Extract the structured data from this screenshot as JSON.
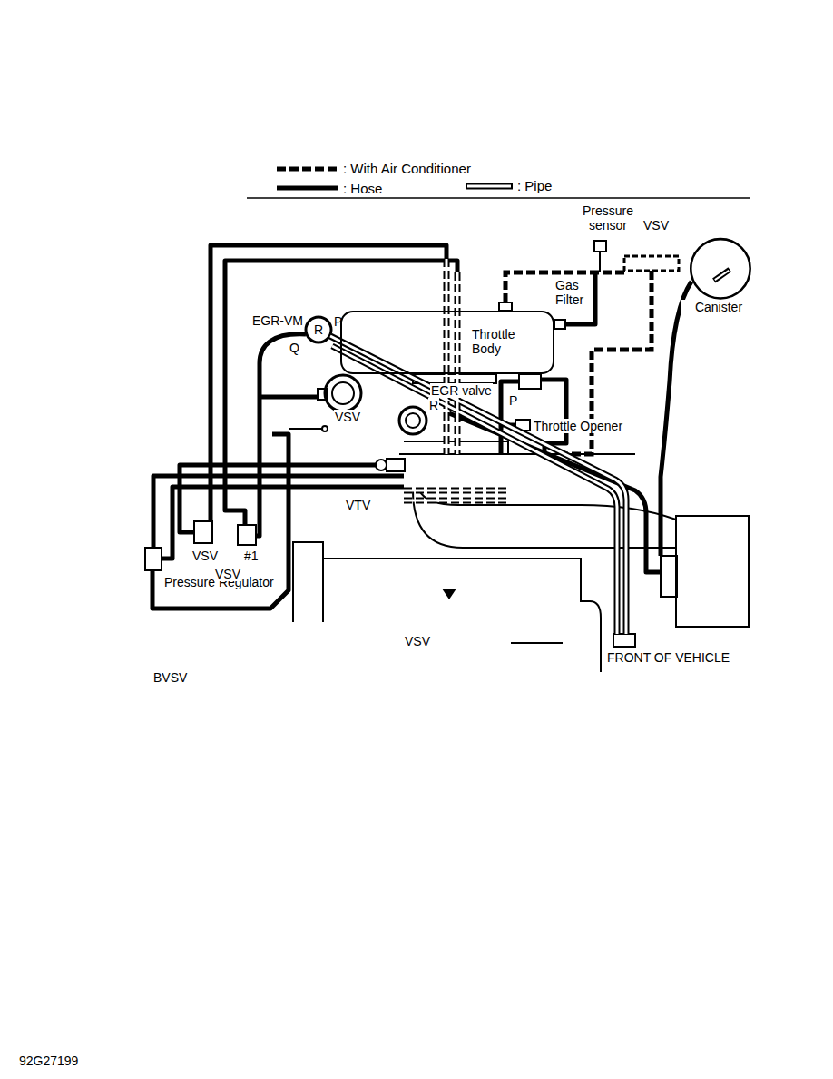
{
  "diagram": {
    "nodes": [
      {
        "text": [
          "Throttle Body"
        ]
      },
      {
        "text": [
          "Canister"
        ]
      }
    ],
    "labels": [
      "Pressure sensor",
      "VSV",
      "Gas Filter",
      "EGR-VM",
      "Q",
      "R",
      "P",
      "EGR valve",
      "R",
      "P",
      "VSV",
      "Throttle Opener",
      "VTV",
      "Pressure Regulator",
      "VSV",
      "VSV",
      "#1",
      "VSV",
      "FRONT OF VEHICLE",
      "BVSV",
      "92G27199"
    ],
    "legend": [
      {
        "text": ": With Air Conditioner"
      },
      {
        "text": ": Hose"
      },
      {
        "text": ": Pipe"
      }
    ]
  }
}
